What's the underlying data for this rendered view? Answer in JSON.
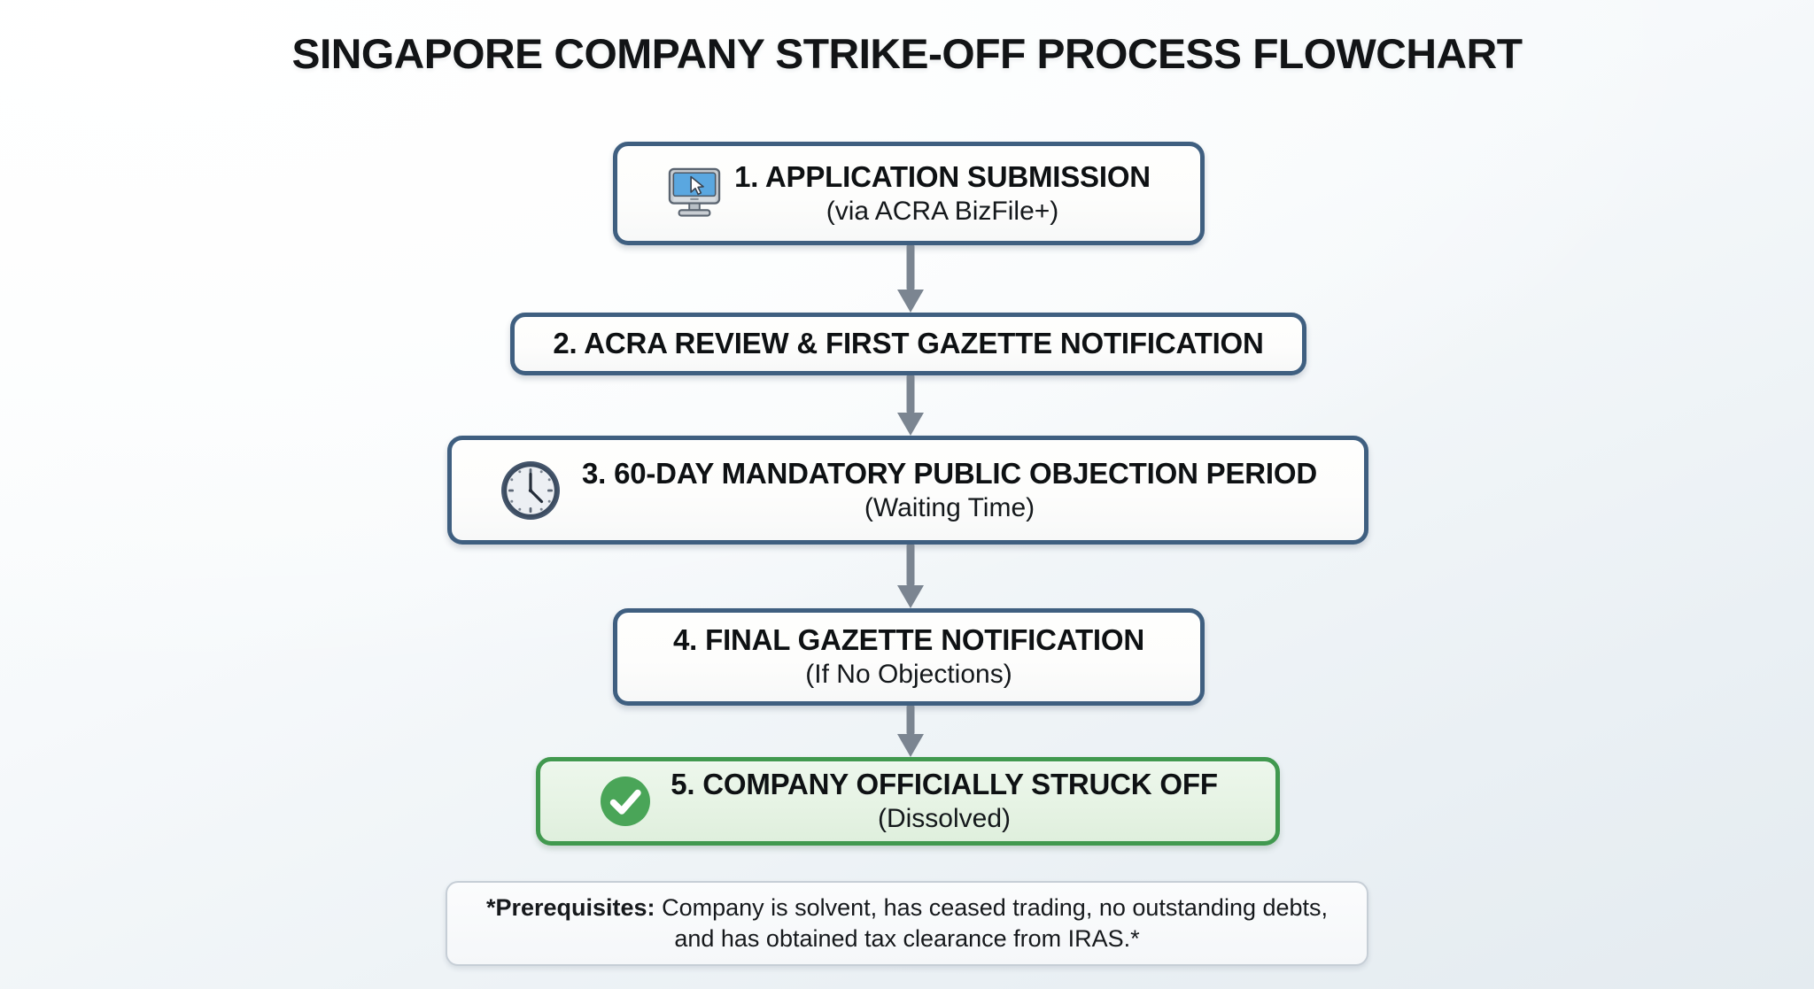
{
  "title": "SINGAPORE COMPANY STRIKE-OFF PROCESS FLOWCHART",
  "colors": {
    "node_border_blue": "#3f5f80",
    "node_fill": "#fdfdfc",
    "success_border_green": "#41994f",
    "success_fill": "#e6f3e4",
    "check_circle_green": "#4aa558",
    "arrow_gray": "#7b8591",
    "text_dark": "#0e1113",
    "footnote_border": "#c6ced6",
    "background": "#eef3f6"
  },
  "nodes": [
    {
      "id": "step-1",
      "icon": "desktop-monitor-cursor-icon",
      "line1": "1. APPLICATION SUBMISSION",
      "line2": "(via ACRA BizFile+)",
      "variant": "process"
    },
    {
      "id": "step-2",
      "icon": null,
      "line1": "2. ACRA REVIEW & FIRST GAZETTE NOTIFICATION",
      "line2": "",
      "variant": "process"
    },
    {
      "id": "step-3",
      "icon": "clock-icon",
      "line1": "3. 60-DAY MANDATORY PUBLIC OBJECTION PERIOD",
      "line2": "(Waiting Time)",
      "variant": "process"
    },
    {
      "id": "step-4",
      "icon": null,
      "line1": "4. FINAL GAZETTE NOTIFICATION",
      "line2": "(If No Objections)",
      "variant": "process"
    },
    {
      "id": "step-5",
      "icon": "check-circle-icon",
      "line1": "5. COMPANY OFFICIALLY STRUCK OFF",
      "line2": "(Dissolved)",
      "variant": "success"
    }
  ],
  "connectors": [
    {
      "id": "arrow-1-2",
      "from": "step-1",
      "to": "step-2",
      "direction": "down"
    },
    {
      "id": "arrow-2-3",
      "from": "step-2",
      "to": "step-3",
      "direction": "down"
    },
    {
      "id": "arrow-3-4",
      "from": "step-3",
      "to": "step-4",
      "direction": "down"
    },
    {
      "id": "arrow-4-5",
      "from": "step-4",
      "to": "step-5",
      "direction": "down"
    }
  ],
  "footnote": {
    "label": "*Prerequisites:",
    "body": " Company is solvent, has ceased trading, no outstanding debts, and has obtained tax clearance from IRAS.*"
  }
}
